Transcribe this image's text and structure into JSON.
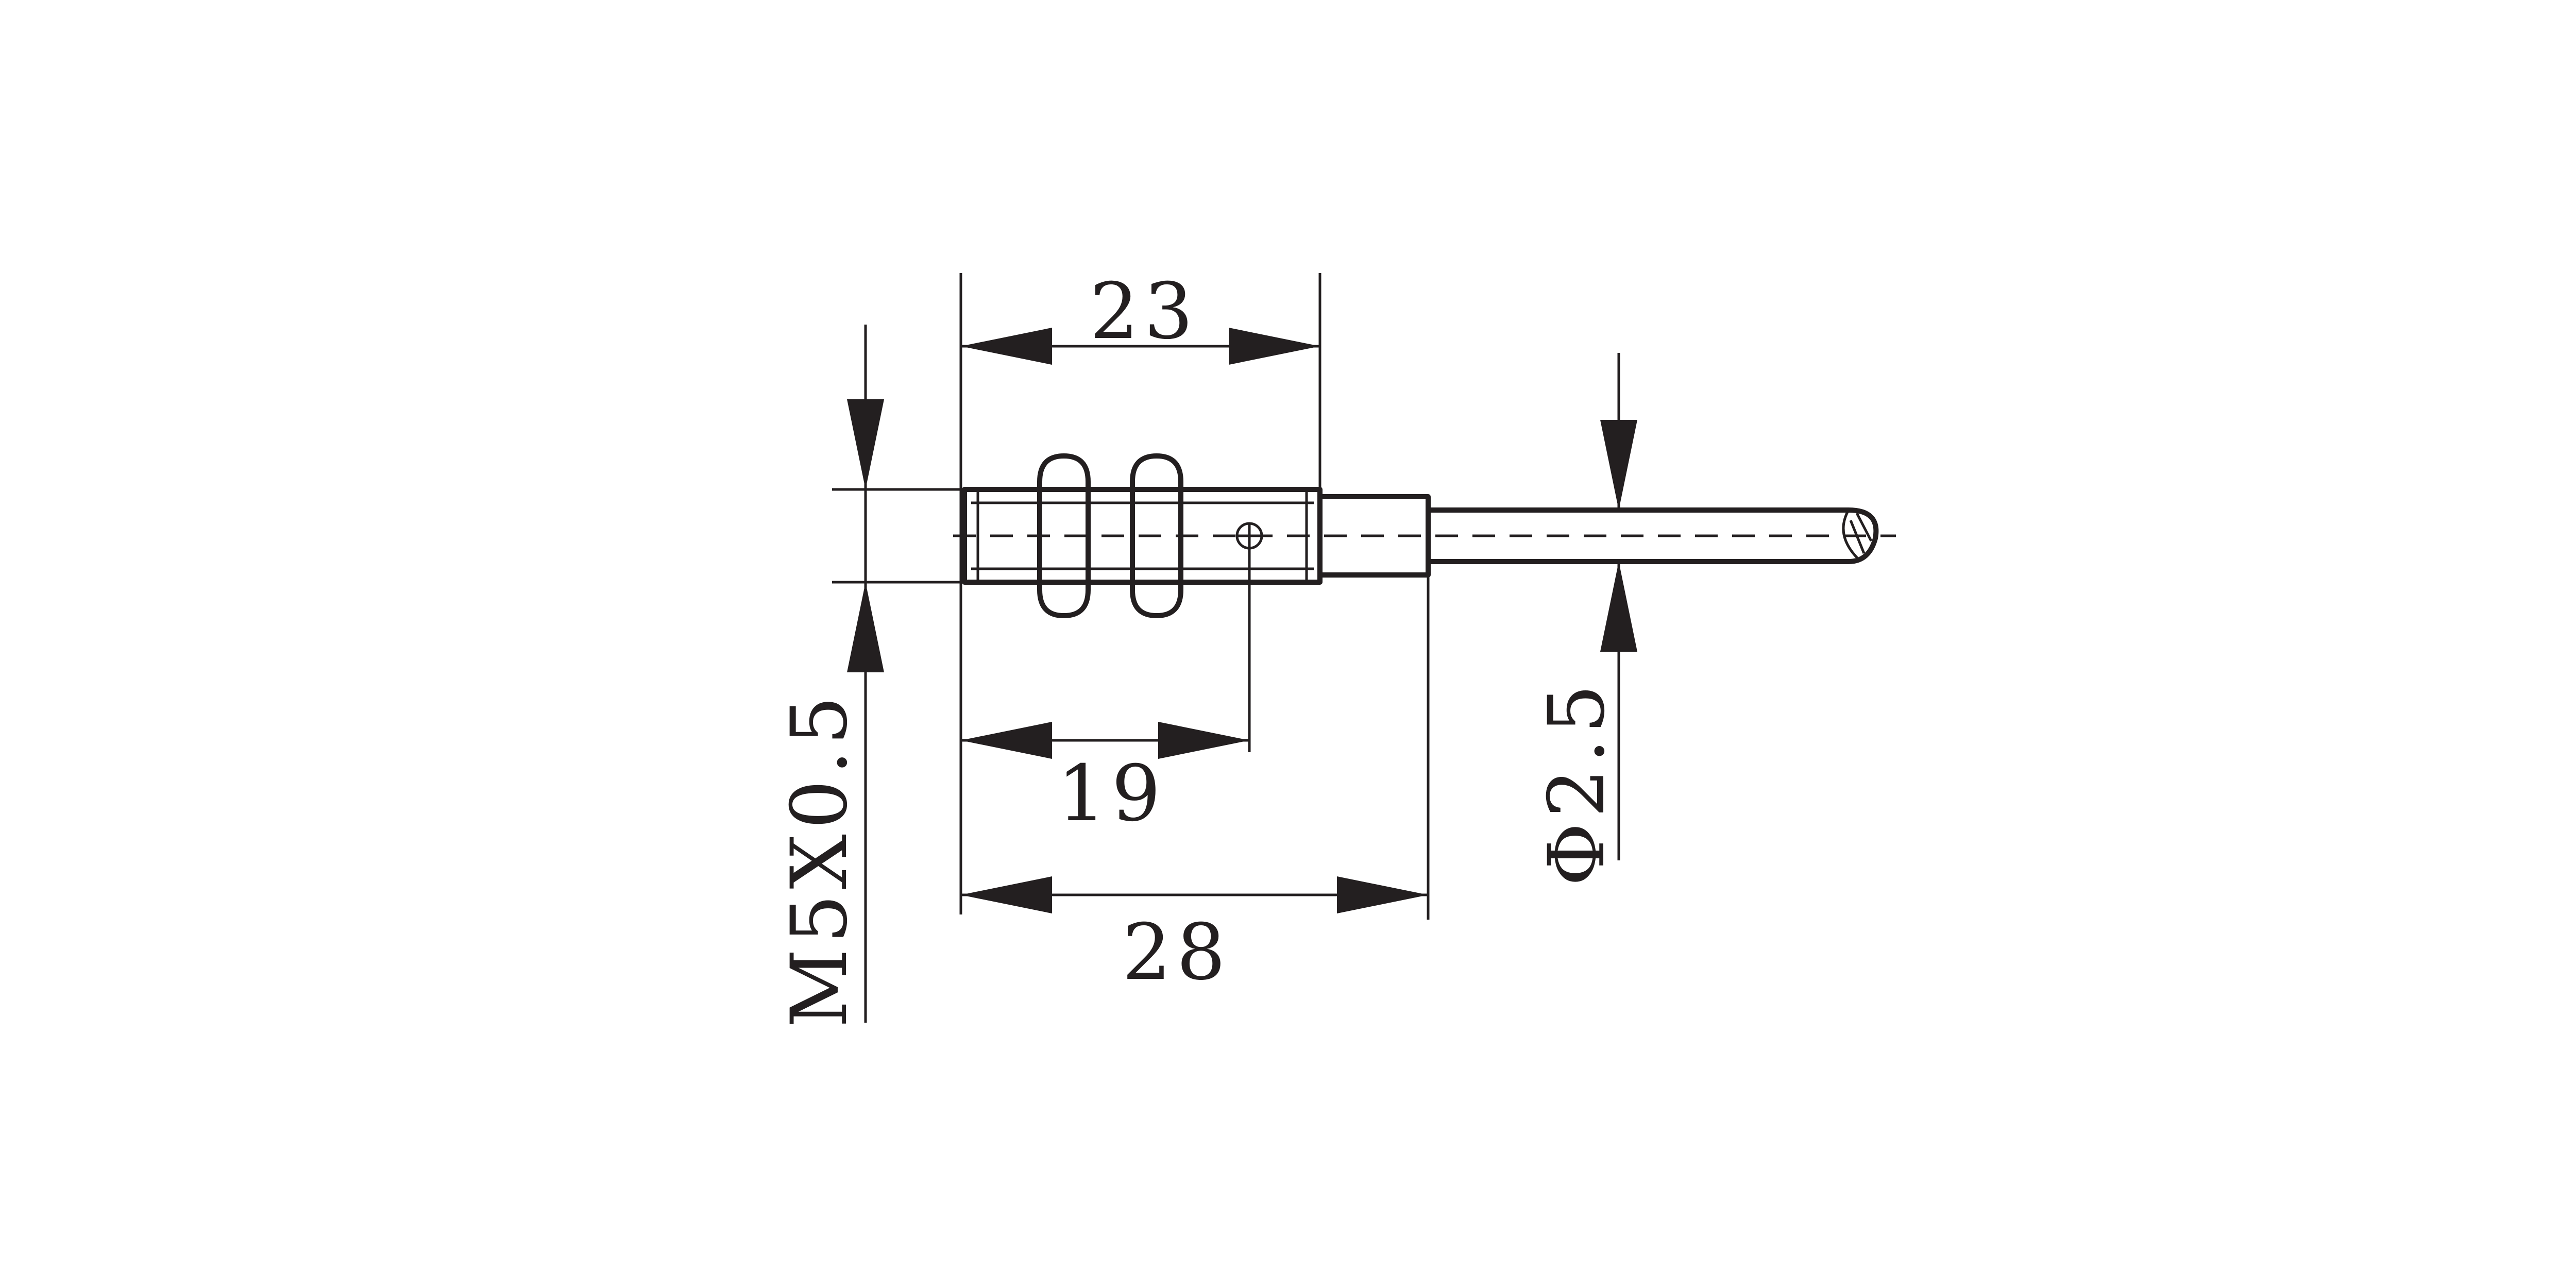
{
  "drawing": {
    "subject": "M5 cylindrical proximity sensor with cable",
    "line_color": "#231f20",
    "background": "#ffffff"
  },
  "dimensions": {
    "housing_length": "23",
    "sensing_point_distance": "19",
    "overall_length": "28",
    "thread_size": "M5X0.5",
    "cable_diameter": "Φ2.5"
  }
}
